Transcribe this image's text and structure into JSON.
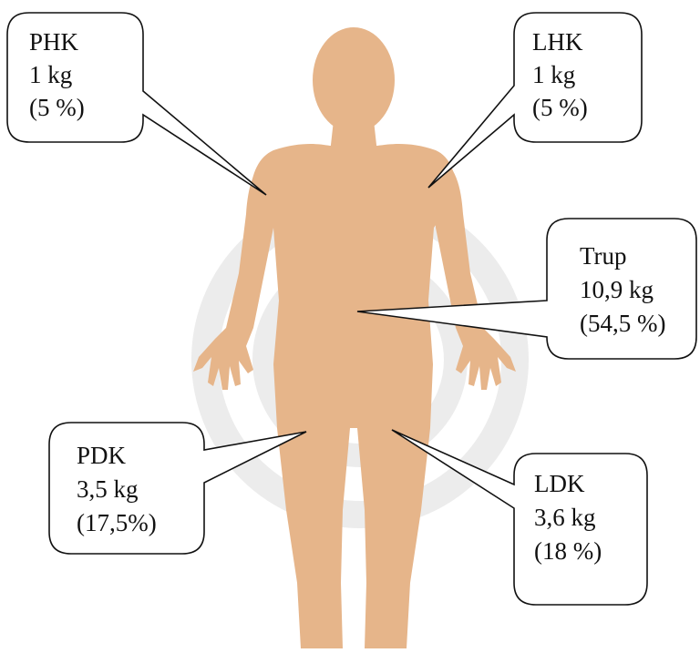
{
  "colors": {
    "body": "#e6b58a",
    "watermark": "#ececec",
    "callout_border": "#111111",
    "callout_fill": "#ffffff",
    "text": "#111111"
  },
  "watermark": {
    "icon": "concentric-circle-watermark"
  },
  "callouts": {
    "phk": {
      "name": "PHK",
      "mass": "1 kg",
      "percent": "(5 %)"
    },
    "lhk": {
      "name": "LHK",
      "mass": "1 kg",
      "percent": "(5 %)"
    },
    "trup": {
      "name": "Trup",
      "mass": "10,9 kg",
      "percent": "(54,5 %)"
    },
    "pdk": {
      "name": "PDK",
      "mass": "3,5 kg",
      "percent": "(17,5%)"
    },
    "ldk": {
      "name": "LDK",
      "mass": "3,6 kg",
      "percent": "(18 %)"
    }
  }
}
